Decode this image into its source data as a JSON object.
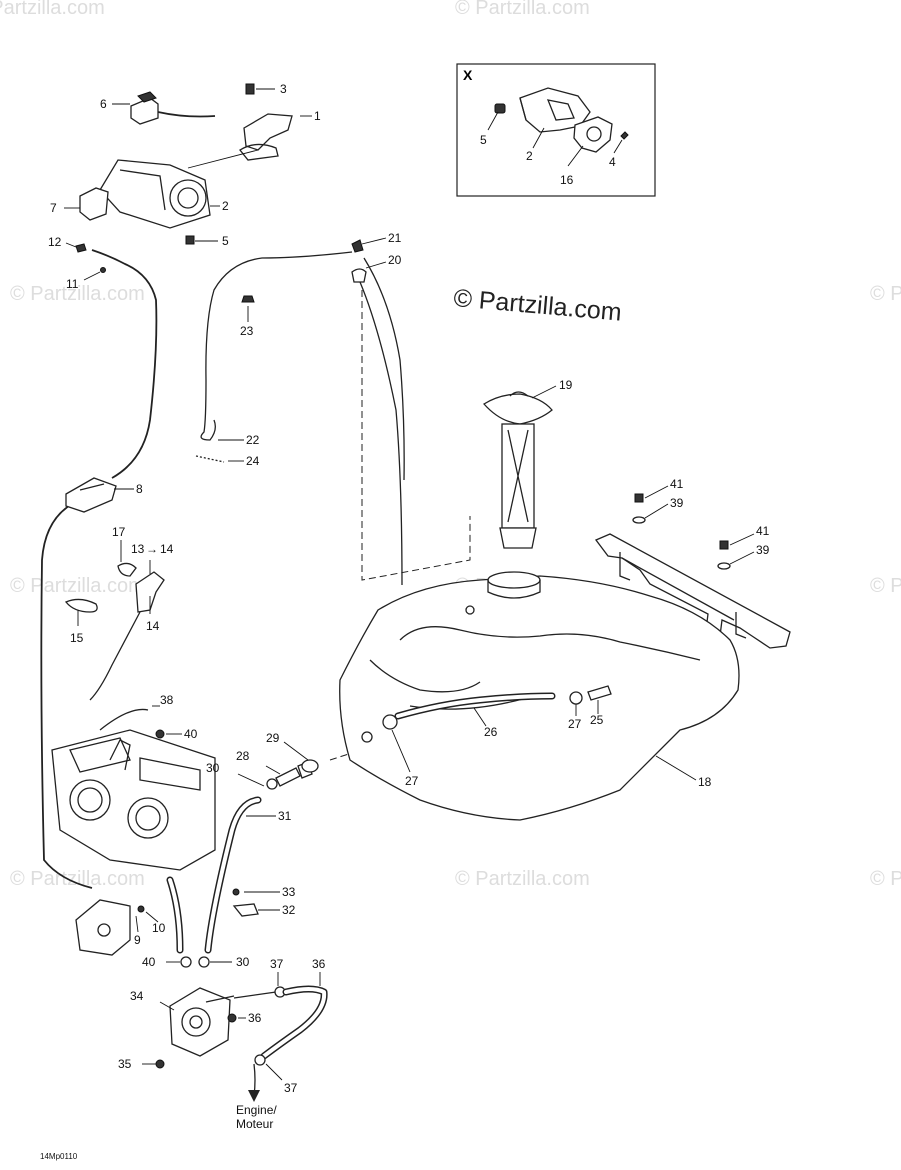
{
  "watermark": {
    "faint": "© Partzilla.com",
    "main": "© Partzilla.com"
  },
  "inset": {
    "label": "X"
  },
  "callouts": [
    {
      "id": "c1",
      "text": "1"
    },
    {
      "id": "c2",
      "text": "2"
    },
    {
      "id": "c3",
      "text": "3"
    },
    {
      "id": "c5",
      "text": "5"
    },
    {
      "id": "c6",
      "text": "6"
    },
    {
      "id": "c7",
      "text": "7"
    },
    {
      "id": "c8",
      "text": "8"
    },
    {
      "id": "c9",
      "text": "9"
    },
    {
      "id": "c10",
      "text": "10"
    },
    {
      "id": "c11",
      "text": "11"
    },
    {
      "id": "c12",
      "text": "12"
    },
    {
      "id": "c13",
      "text": "13"
    },
    {
      "id": "c14a",
      "text": "14"
    },
    {
      "id": "c14b",
      "text": "14"
    },
    {
      "id": "c15",
      "text": "15"
    },
    {
      "id": "c17",
      "text": "17"
    },
    {
      "id": "c18",
      "text": "18"
    },
    {
      "id": "c19",
      "text": "19"
    },
    {
      "id": "c20",
      "text": "20"
    },
    {
      "id": "c21",
      "text": "21"
    },
    {
      "id": "c22",
      "text": "22"
    },
    {
      "id": "c23",
      "text": "23"
    },
    {
      "id": "c24",
      "text": "24"
    },
    {
      "id": "c25",
      "text": "25"
    },
    {
      "id": "c26",
      "text": "26"
    },
    {
      "id": "c27a",
      "text": "27"
    },
    {
      "id": "c27b",
      "text": "27"
    },
    {
      "id": "c28",
      "text": "28"
    },
    {
      "id": "c29",
      "text": "29"
    },
    {
      "id": "c30a",
      "text": "30"
    },
    {
      "id": "c30b",
      "text": "30"
    },
    {
      "id": "c31",
      "text": "31"
    },
    {
      "id": "c32",
      "text": "32"
    },
    {
      "id": "c33",
      "text": "33"
    },
    {
      "id": "c34",
      "text": "34"
    },
    {
      "id": "c35",
      "text": "35"
    },
    {
      "id": "c36a",
      "text": "36"
    },
    {
      "id": "c36b",
      "text": "36"
    },
    {
      "id": "c37a",
      "text": "37"
    },
    {
      "id": "c37b",
      "text": "37"
    },
    {
      "id": "c38",
      "text": "38"
    },
    {
      "id": "c39a",
      "text": "39"
    },
    {
      "id": "c39b",
      "text": "39"
    },
    {
      "id": "c40a",
      "text": "40"
    },
    {
      "id": "c40b",
      "text": "40"
    },
    {
      "id": "c41a",
      "text": "41"
    },
    {
      "id": "c41b",
      "text": "41"
    },
    {
      "id": "x2",
      "text": "2"
    },
    {
      "id": "x4",
      "text": "4"
    },
    {
      "id": "x5",
      "text": "5"
    },
    {
      "id": "x16",
      "text": "16"
    }
  ],
  "engine_note": {
    "line1": "Engine/",
    "line2": "Moteur"
  },
  "figure_code": "14Mp0110"
}
